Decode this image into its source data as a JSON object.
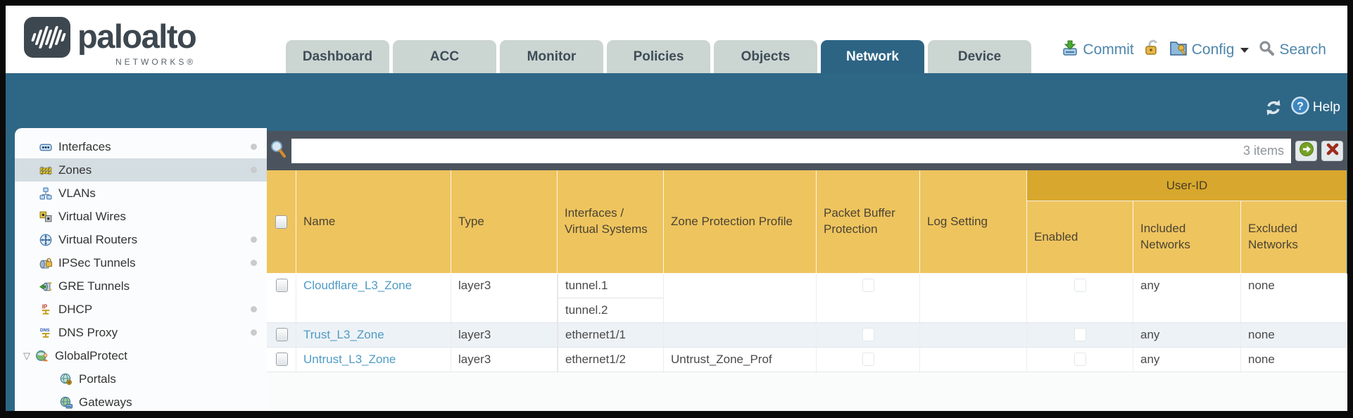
{
  "header": {
    "logo": {
      "brand": "paloalto",
      "sub": "NETWORKS®"
    },
    "tabs": [
      {
        "label": "Dashboard"
      },
      {
        "label": "ACC"
      },
      {
        "label": "Monitor"
      },
      {
        "label": "Policies"
      },
      {
        "label": "Objects"
      },
      {
        "label": "Network",
        "active": true
      },
      {
        "label": "Device"
      }
    ],
    "actions": {
      "commit": "Commit",
      "config": "Config",
      "search": "Search"
    }
  },
  "toolbar": {
    "help": "Help"
  },
  "sidebar": {
    "items": [
      {
        "label": "Interfaces"
      },
      {
        "label": "Zones"
      },
      {
        "label": "VLANs"
      },
      {
        "label": "Virtual Wires"
      },
      {
        "label": "Virtual Routers"
      },
      {
        "label": "IPSec Tunnels"
      },
      {
        "label": "GRE Tunnels"
      },
      {
        "label": "DHCP"
      },
      {
        "label": "DNS Proxy"
      },
      {
        "label": "GlobalProtect"
      },
      {
        "label": "Portals"
      },
      {
        "label": "Gateways"
      }
    ]
  },
  "filter": {
    "value": "",
    "count": "3 items"
  },
  "table": {
    "group_header": "User-ID",
    "columns": [
      "Name",
      "Type",
      "Interfaces / Virtual Systems",
      "Zone Protection Profile",
      "Packet Buffer Protection",
      "Log Setting",
      "Enabled",
      "Included Networks",
      "Excluded Networks"
    ],
    "rows": [
      {
        "name": "Cloudflare_L3_Zone",
        "type": "layer3",
        "interfaces": [
          "tunnel.1",
          "tunnel.2"
        ],
        "zone_protection_profile": "",
        "log_setting": "",
        "included_networks": "any",
        "excluded_networks": "none"
      },
      {
        "name": "Trust_L3_Zone",
        "type": "layer3",
        "interfaces": [
          "ethernet1/1"
        ],
        "zone_protection_profile": "",
        "log_setting": "",
        "included_networks": "any",
        "excluded_networks": "none"
      },
      {
        "name": "Untrust_L3_Zone",
        "type": "layer3",
        "interfaces": [
          "ethernet1/2"
        ],
        "zone_protection_profile": "Untrust_Zone_Prof",
        "log_setting": "",
        "included_networks": "any",
        "excluded_networks": "none"
      }
    ]
  },
  "colors": {
    "teal": "#2e6685",
    "active_tab": "#2d6484",
    "header_gold": "#eec45e",
    "group_gold": "#d8a72d",
    "filter_bar": "#4b545e",
    "link_blue": "#4f9bc4",
    "selected_row": "#d4dde2"
  }
}
